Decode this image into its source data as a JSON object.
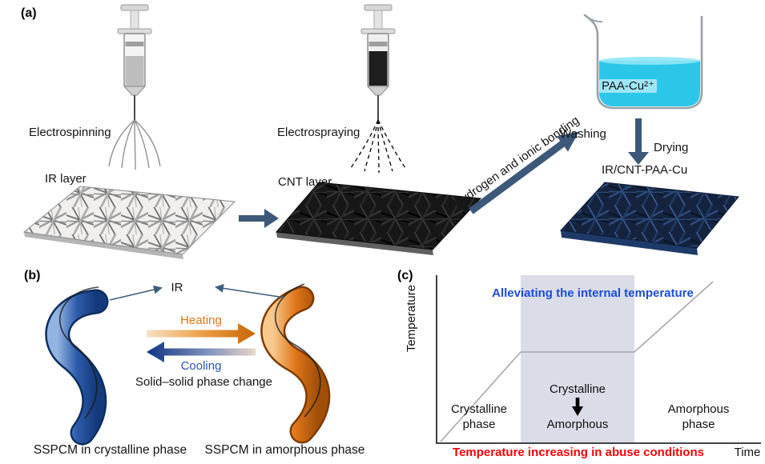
{
  "figure": {
    "background": "#ffffff"
  },
  "panel_a": {
    "label": "(a)",
    "electrospinning_label": "Electrospinning",
    "ir_layer_label": "IR layer",
    "electrospraying_label": "Electrospraying",
    "cnt_layer_label": "CNT layer",
    "bonding_arrow_label": "Hydrogen and ionic bonding",
    "beaker_label": "PAA-Cu²⁺",
    "washing_label": "Washing",
    "drying_label": "Drying",
    "product_label": "IR/CNT-PAA-Cu"
  },
  "panel_b": {
    "label": "(b)",
    "ir_label": "IR",
    "heating_label": "Heating",
    "cooling_label": "Cooling",
    "phase_change_label": "Solid–solid phase change",
    "crystalline_caption": "SSPCM in crystalline phase",
    "amorphous_caption": "SSPCM in amorphous phase"
  },
  "panel_c": {
    "label": "(c)",
    "title": "Alleviating the internal temperature",
    "y_axis_label": "Temperature",
    "x_axis_label": "Time",
    "left_region_line1": "Crystalline",
    "left_region_line2": "phase",
    "transition_from": "Crystalline",
    "transition_to": "Amorphous",
    "right_region_line1": "Amorphous",
    "right_region_line2": "phase",
    "caption": "Temperature increasing in abuse conditions"
  },
  "colors": {
    "process_arrow_blue": "#3d5878",
    "beaker_liquid_cyan": "#2cc7e8",
    "heating_orange": "#e0761a",
    "cooling_blue": "#2b55b0",
    "title_blue": "#1d4cd6",
    "caption_red": "#fb0008",
    "plateau_shade": "#dadce8",
    "crystalline_tube_blue": "#2e5cab",
    "amorphous_tube_orange": "#e0761a"
  }
}
